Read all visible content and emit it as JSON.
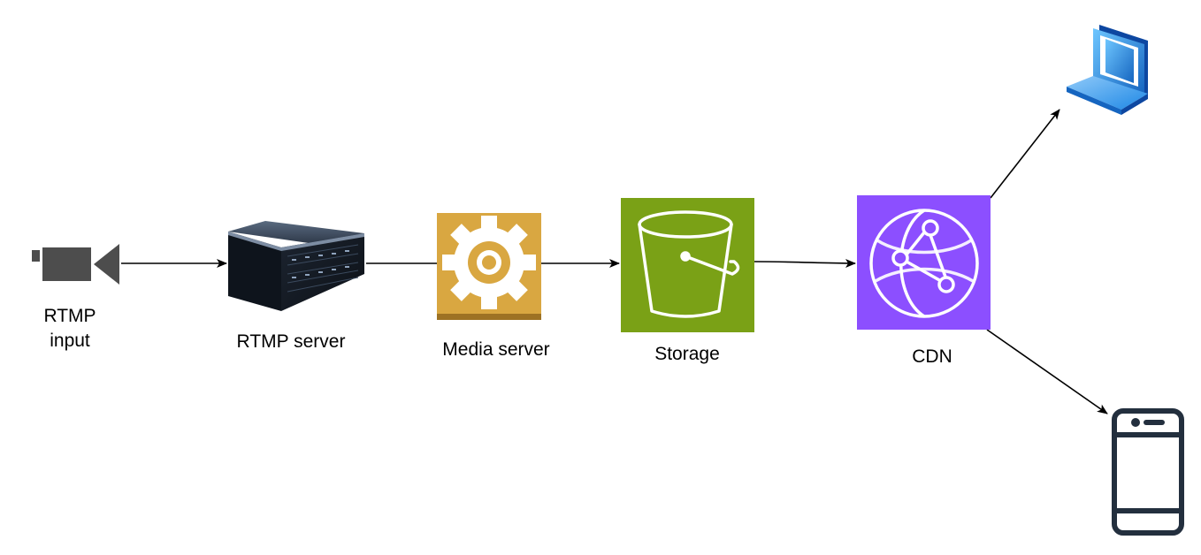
{
  "nodes": [
    {
      "id": "rtmp-input",
      "label": "RTMP\ninput",
      "icon": "video-camera-icon"
    },
    {
      "id": "rtmp-server",
      "label": "RTMP server",
      "icon": "server-rack-icon"
    },
    {
      "id": "media-server",
      "label": "Media server",
      "icon": "gear-icon",
      "color": "#D9A741"
    },
    {
      "id": "storage",
      "label": "Storage",
      "icon": "bucket-icon",
      "color": "#7AA116"
    },
    {
      "id": "cdn",
      "label": "CDN",
      "icon": "globe-network-icon",
      "color": "#8C4FFF"
    },
    {
      "id": "laptop",
      "label": "",
      "icon": "laptop-icon",
      "color": "#1E88E5"
    },
    {
      "id": "phone",
      "label": "",
      "icon": "smartphone-icon",
      "color": "#232F3E"
    }
  ],
  "edges": [
    {
      "from": "rtmp-input",
      "to": "rtmp-server"
    },
    {
      "from": "rtmp-server",
      "to": "storage",
      "via": "media-server"
    },
    {
      "from": "storage",
      "to": "cdn"
    },
    {
      "from": "cdn",
      "to": "laptop"
    },
    {
      "from": "cdn",
      "to": "phone"
    }
  ]
}
